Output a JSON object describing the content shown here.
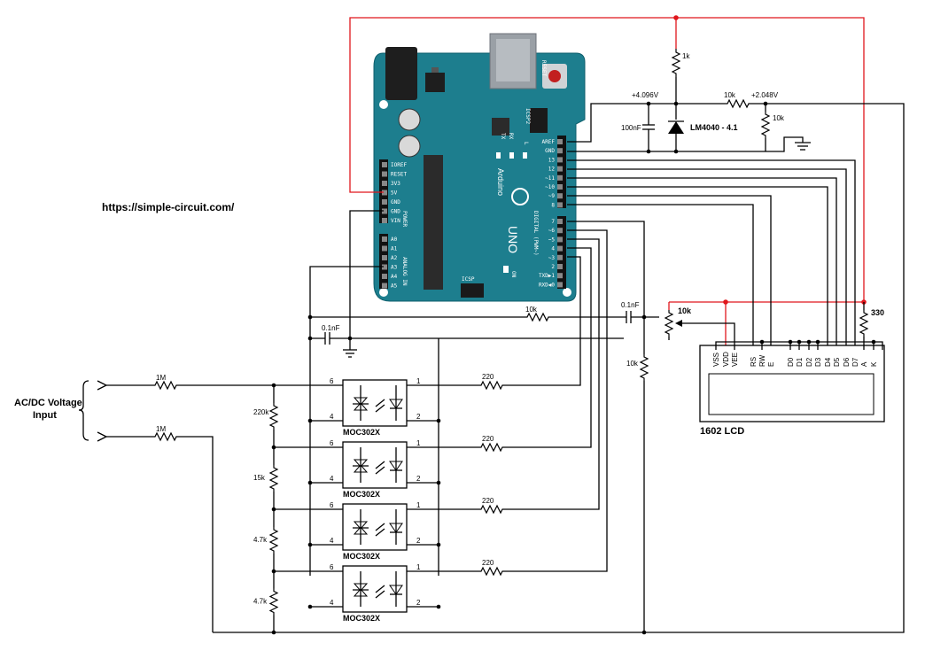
{
  "website": "https://simple-circuit.com/",
  "input_label_line1": "AC/DC Voltage",
  "input_label_line2": "Input",
  "arduino": {
    "brand": "Arduino",
    "model": "UNO",
    "reset": "RESET",
    "icsp": "ICSP",
    "icsp2": "ICSP2",
    "on": "ON",
    "tx": "TX",
    "rx": "RX",
    "l": "L",
    "digital": "DIGITAL (PWM~)",
    "power": "POWER",
    "analog": "ANALOG IN",
    "power_pins": [
      "IOREF",
      "RESET",
      "3V3",
      "5V",
      "GND",
      "GND",
      "VIN"
    ],
    "analog_pins": [
      "A0",
      "A1",
      "A2",
      "A3",
      "A4",
      "A5"
    ],
    "digital_top": [
      "AREF",
      "GND",
      "13",
      "12",
      "~11",
      "~10",
      "~9",
      "8"
    ],
    "digital_bottom": [
      "7",
      "~6",
      "~5",
      "4",
      "~3",
      "2",
      "TXD▶1",
      "RXD◀0"
    ]
  },
  "reference": {
    "r_top": "1k",
    "v_ref": "+4.096V",
    "r_div_top": "10k",
    "v_half": "+2.048V",
    "r_div_bottom": "10k",
    "cap": "100nF",
    "diode": "LM4040 - 4.1"
  },
  "lcd": {
    "name": "1602 LCD",
    "pins": [
      "VSS",
      "VDD",
      "VEE",
      "RS",
      "RW",
      "E",
      "D0",
      "D1",
      "D2",
      "D3",
      "D4",
      "D5",
      "D6",
      "D7",
      "A",
      "K"
    ],
    "contrast_pot": "10k",
    "backlight_res": "330"
  },
  "coupling": {
    "r_series": "10k",
    "cap_series": "0.1nF",
    "r_bias": "10k",
    "cap_gnd": "0.1nF"
  },
  "inputs": {
    "r1": "1M",
    "r2": "1M"
  },
  "ladder": [
    "220k",
    "15k",
    "4.7k",
    "4.7k"
  ],
  "optos": [
    {
      "name": "MOC302X",
      "pin6": "6",
      "pin4": "4",
      "pin1": "1",
      "pin2": "2",
      "r": "220"
    },
    {
      "name": "MOC302X",
      "pin6": "6",
      "pin4": "4",
      "pin1": "1",
      "pin2": "2",
      "r": "220"
    },
    {
      "name": "MOC302X",
      "pin6": "6",
      "pin4": "4",
      "pin1": "1",
      "pin2": "2",
      "r": "220"
    },
    {
      "name": "MOC302X",
      "pin6": "6",
      "pin4": "4",
      "pin1": "1",
      "pin2": "2",
      "r": "220"
    }
  ]
}
